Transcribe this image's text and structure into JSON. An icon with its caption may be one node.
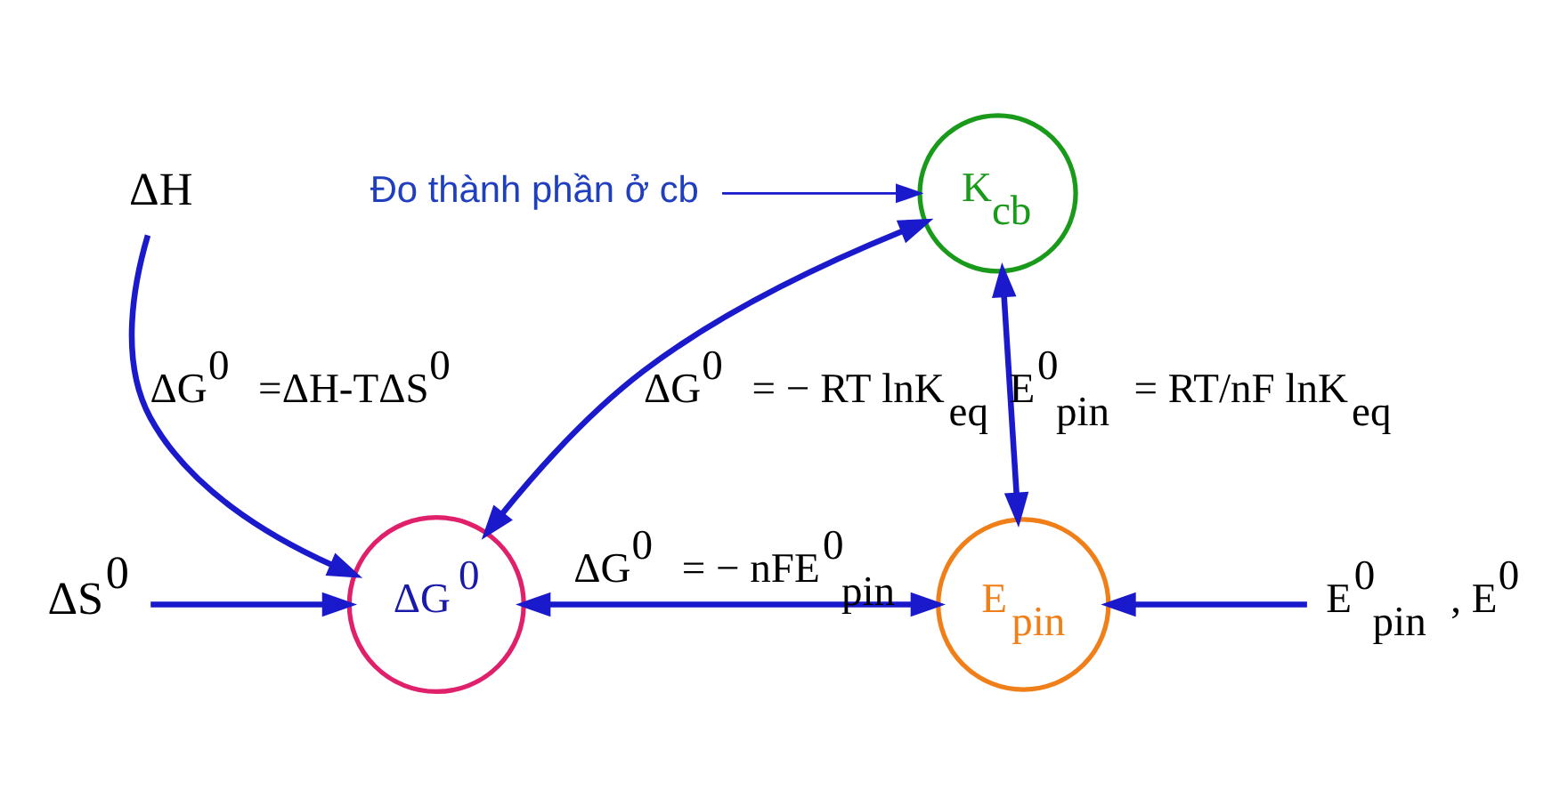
{
  "diagram": {
    "nodes": [
      {
        "text": [
          "K$_{cb}$"
        ]
      },
      {
        "text": [
          "Đo thành phần ở cb"
        ]
      },
      {
        "text": [
          "ΔG$^{0}$"
        ]
      },
      {
        "text": [
          "E$_{pin}$"
        ]
      },
      {
        "text": [
          "ΔH"
        ]
      },
      {
        "text": [
          "ΔS$^{0}$"
        ]
      },
      {
        "text": [
          "E$^{0}$$_{pin}$ , E$^{0}$"
        ]
      }
    ],
    "edges": [
      {
        "from": 1,
        "to": 0,
        "arrow": "to"
      },
      {
        "from": 0,
        "to": 2,
        "arrow": "both",
        "label": "ΔG$^{0}$ = − RT lnK$_{eq}$"
      },
      {
        "from": 0,
        "to": 3,
        "arrow": "both",
        "label": "E$^{0}$$_{pin}$ = RT/nF lnK$_{eq}$"
      },
      {
        "from": 2,
        "to": 3,
        "arrow": "both",
        "label": "ΔG$^{0}$ = − nFE$^{0}$$_{pin}$"
      },
      {
        "from": 4,
        "to": 2,
        "arrow": "to",
        "label": "ΔG$^{0}$ =ΔH-TΔS$^{0}$"
      },
      {
        "from": 5,
        "to": 2,
        "arrow": "to"
      },
      {
        "from": 6,
        "to": 3,
        "arrow": "to"
      }
    ]
  }
}
